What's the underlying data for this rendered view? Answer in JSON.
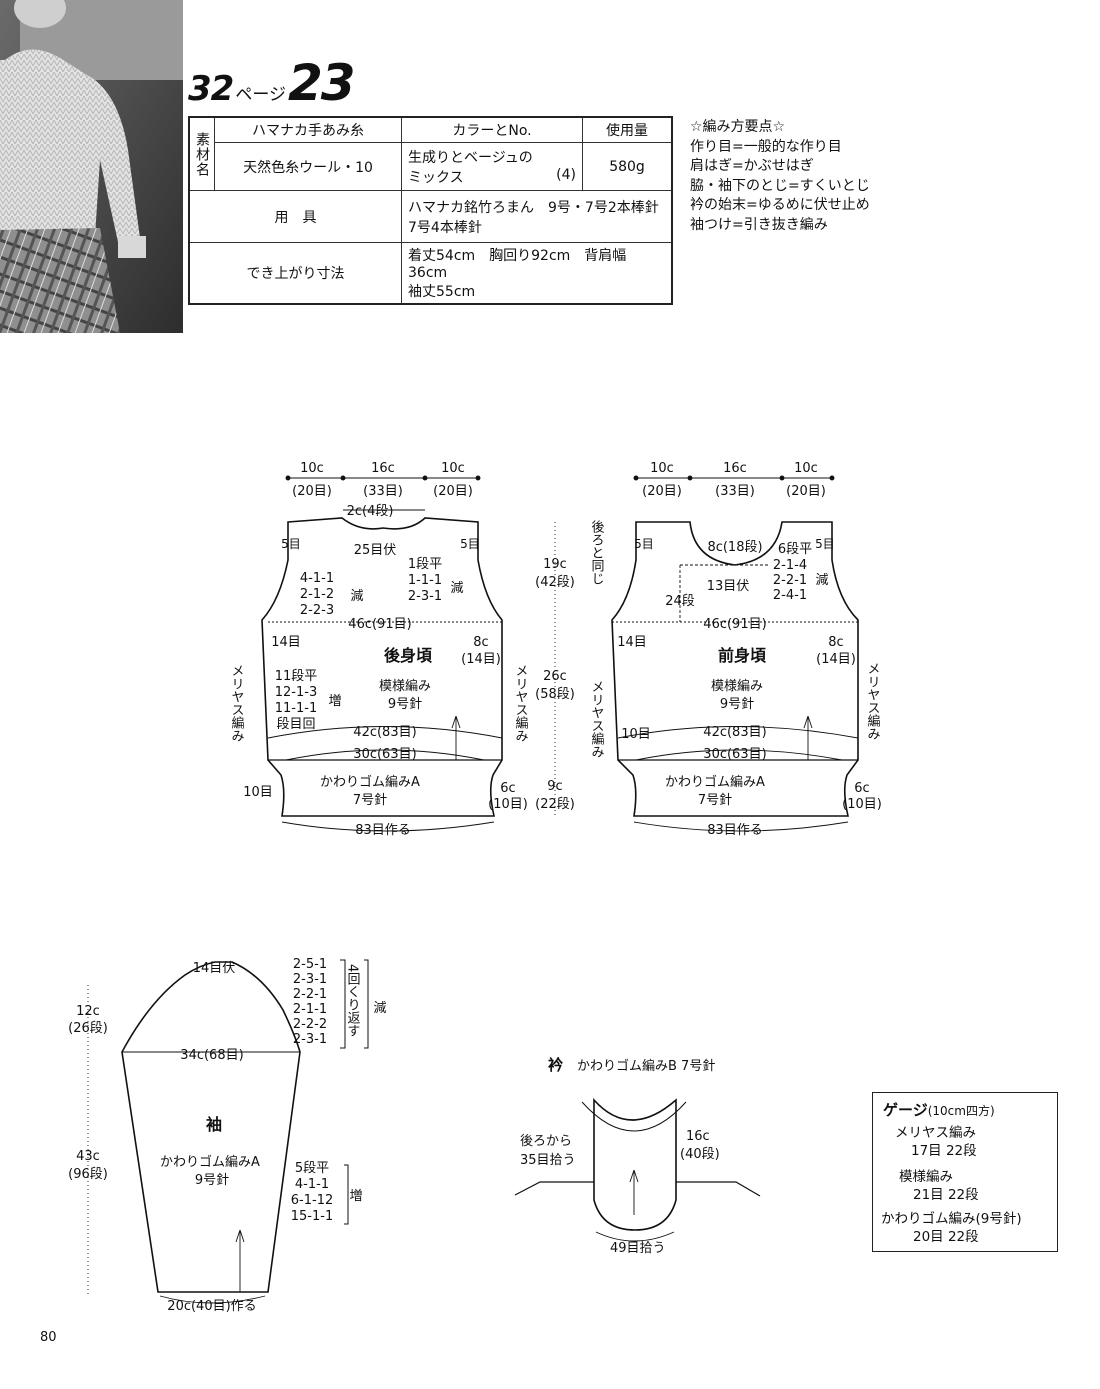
{
  "page_ref": {
    "num": "32",
    "label": "ページ",
    "pattern": "23"
  },
  "materials": {
    "side_label": "素材名",
    "col_yarn": "ハマナカ手あみ糸",
    "col_color": "カラーとNo.",
    "col_amount": "使用量",
    "yarn": "天然色糸ウール・10",
    "color_line1": "生成りとベージュの",
    "color_line2": "ミックス",
    "color_no": "(4)",
    "amount": "580g",
    "tools_label": "用　具",
    "tools": "ハマナカ銘竹ろまん　9号・7号2本棒針　7号4本棒針",
    "size_label": "でき上がり寸法",
    "size_line1": "着丈54cm　胸回り92cm　背肩幅36cm",
    "size_line2": "袖丈55cm"
  },
  "notes": {
    "title": "☆編み方要点☆",
    "items": [
      "作り目=一般的な作り目",
      "肩はぎ=かぶせはぎ",
      "脇・袖下のとじ=すくいとじ",
      "衿の始末=ゆるめに伏せ止め",
      "袖つけ=引き抜き編み"
    ]
  },
  "back": {
    "w1": "10c",
    "w1s": "(20目)",
    "w2": "16c",
    "w2s": "(33目)",
    "w3": "10c",
    "w3s": "(20目)",
    "neck_drop": "2c(4段)",
    "bind": "25目伏",
    "neck_flat": "1段平",
    "neck_dec1": "1-1-1",
    "neck_dec2": "2-3-1",
    "neck_dec_label": "減",
    "shoulder_rows": "5目",
    "arm_dec1": "4-1-1",
    "arm_dec2": "2-1-2",
    "arm_dec3": "2-2-3",
    "arm_dec_label": "減",
    "arm_rows": "14目",
    "chest": "46c(91目)",
    "arm_depth": "8c",
    "arm_depth_s": "(14目)",
    "title": "後身頃",
    "pattern": "模様編み",
    "needle": "9号針",
    "side_stitch": "メリヤス編み",
    "inc1": "11段平",
    "inc2": "12-1-3",
    "inc3": "11-1-1",
    "inc4": "段目回",
    "inc_label": "増",
    "w42": "42c(83目)",
    "w30": "30c(63目)",
    "rib": "かわりゴム編みA",
    "rib_needle": "7号針",
    "rib_left": "10目",
    "rib_right": "6c",
    "rib_right_s": "(10目)",
    "cast": "83目作る"
  },
  "center_col": {
    "h19": "19c",
    "h19s": "(42段)",
    "h26": "26c",
    "h26s": "(58段)",
    "h9": "9c",
    "h9s": "(22段)",
    "same_as_back": "後ろと同じ",
    "side_stitch2": "メリヤス編み"
  },
  "front": {
    "w1": "10c",
    "w1s": "(20目)",
    "w2": "16c",
    "w2s": "(33目)",
    "w3": "10c",
    "w3s": "(20目)",
    "neck": "8c(18段)",
    "neck_flat": "6段平",
    "d1": "2-1-4",
    "d2": "2-2-1",
    "d3": "2-4-1",
    "dec_label": "減",
    "bind": "13目伏",
    "rows24": "24段",
    "shoulder_rows": "5目",
    "arm_rows": "14目",
    "chest": "46c(91目)",
    "arm_depth": "8c",
    "arm_depth_s": "(14目)",
    "title": "前身頃",
    "pattern": "模様編み",
    "needle": "9号針",
    "side_stitch": "メリヤス編み",
    "left10": "10目",
    "w42": "42c(83目)",
    "w30": "30c(63目)",
    "rib": "かわりゴム編みA",
    "rib_needle": "7号針",
    "rib_right": "6c",
    "rib_right_s": "(10目)",
    "cast": "83目作る"
  },
  "sleeve": {
    "top_bind": "14目伏",
    "cap1": "2-5-1",
    "cap2": "2-3-1",
    "cap3": "2-2-1",
    "cap4": "2-1-1",
    "cap5": "2-2-2",
    "cap6": "2-3-1",
    "repeat": "4回くり返す",
    "dec_label": "減",
    "h12": "12c",
    "h12s": "(26段)",
    "width": "34c(68目)",
    "h43": "43c",
    "h43s": "(96段)",
    "title": "袖",
    "pattern": "かわりゴム編みA",
    "needle": "9号針",
    "inc1": "5段平",
    "inc2": "4-1-1",
    "inc3": "6-1-12",
    "inc4": "15-1-1",
    "inc_label": "増",
    "cast": "20c(40目)作る"
  },
  "collar": {
    "title": "衿",
    "pattern": "かわりゴム編みB 7号針",
    "pick_back1": "後ろから",
    "pick_back2": "35目拾う",
    "h16": "16c",
    "h16s": "(40段)",
    "pick_front": "49目拾う"
  },
  "gauge": {
    "title": "ゲージ",
    "unit": "(10cm四方)",
    "l1": "メリヤス編み",
    "l1v": "17目 22段",
    "l2": "模様編み",
    "l2v": "21目 22段",
    "l3": "かわりゴム編み(9号針)",
    "l3v": "20目 22段"
  },
  "folio": "80"
}
